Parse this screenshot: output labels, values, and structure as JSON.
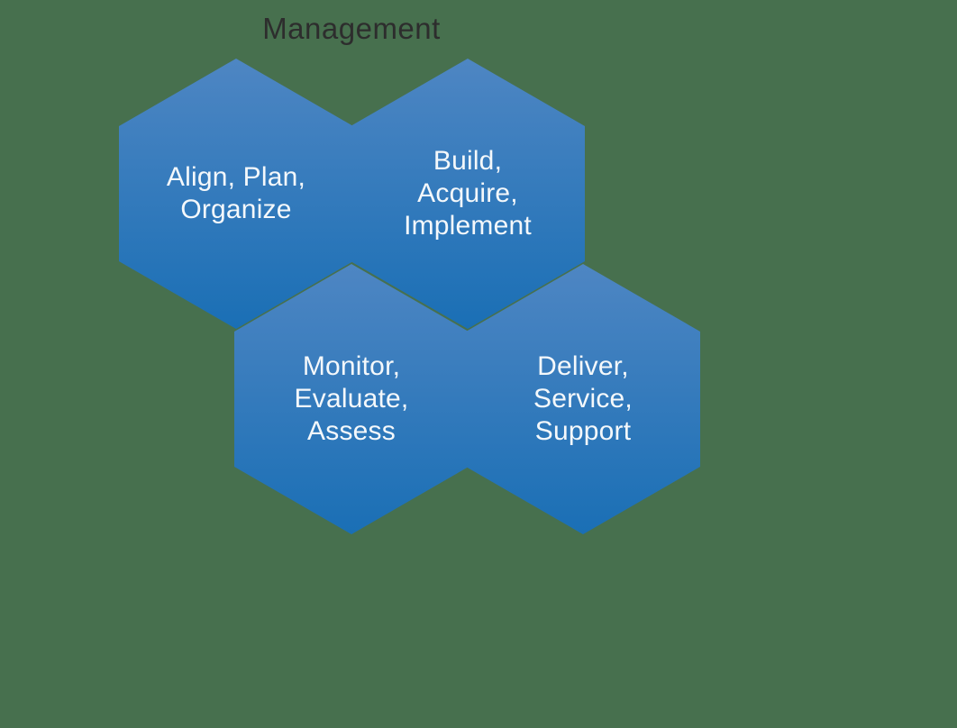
{
  "colors": {
    "background": "#47704E",
    "hex_gradient_top": "#4E86C3",
    "hex_gradient_bottom": "#1A6FB5",
    "title_text": "#2D2D2D",
    "hex_text": "#F4F8FB"
  },
  "title": {
    "text": "Management"
  },
  "hexagons": [
    {
      "id": "align-plan-organize",
      "lines": [
        "Align, Plan,",
        "Organize"
      ]
    },
    {
      "id": "build-acquire-implement",
      "lines": [
        "Build,",
        "Acquire,",
        "Implement"
      ]
    },
    {
      "id": "monitor-evaluate-assess",
      "lines": [
        "Monitor,",
        "Evaluate,",
        "Assess"
      ]
    },
    {
      "id": "deliver-service-support",
      "lines": [
        "Deliver,",
        "Service,",
        "Support"
      ]
    }
  ]
}
